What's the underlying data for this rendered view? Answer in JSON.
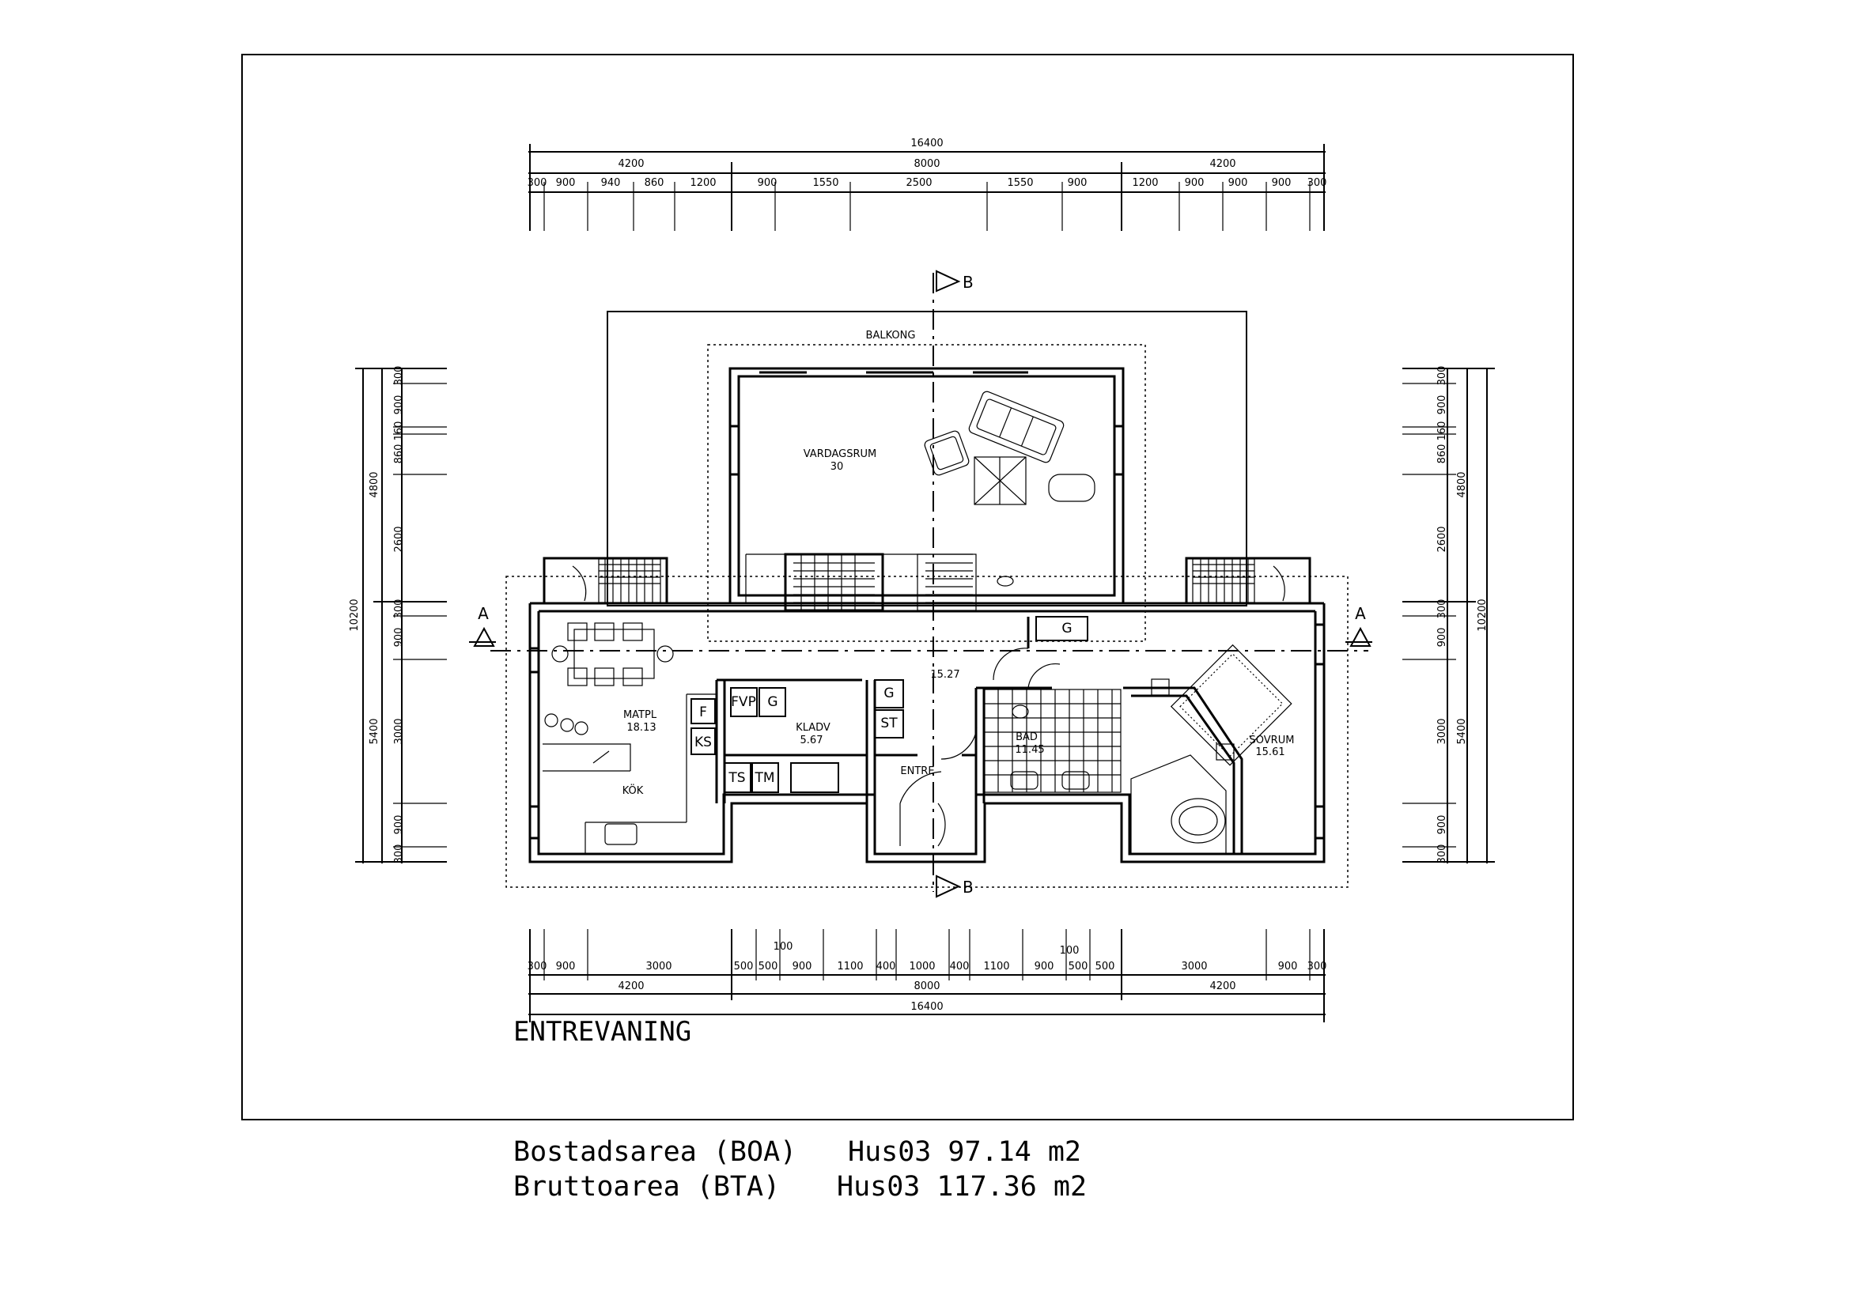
{
  "drawing": {
    "title": "ENTREVANING",
    "area_lines": [
      {
        "label": "Bostadsarea (BOA)",
        "value": "Hus03 97.14 m2"
      },
      {
        "label": "Bruttoarea (BTA)",
        "value": "Hus03 117.36 m2"
      }
    ]
  },
  "rooms": [
    {
      "id": "balkong",
      "name": "BALKONG",
      "area": ""
    },
    {
      "id": "vardagsrum",
      "name": "VARDAGSRUM",
      "area": "30"
    },
    {
      "id": "matpl",
      "name": "MATPL",
      "area": "18.13"
    },
    {
      "id": "kok",
      "name": "KÖK",
      "area": ""
    },
    {
      "id": "kladv",
      "name": "KLADV",
      "area": "5.67"
    },
    {
      "id": "entre",
      "name": "ENTRE",
      "area": ""
    },
    {
      "id": "hall",
      "name": "",
      "area": "15.27"
    },
    {
      "id": "bad",
      "name": "BAD",
      "area": "11.45"
    },
    {
      "id": "sovrum",
      "name": "SOVRUM",
      "area": "15.61"
    }
  ],
  "fixtures": [
    "F",
    "KS",
    "FVP",
    "G",
    "G",
    "ST",
    "TS",
    "TM",
    "G"
  ],
  "section_marks": {
    "a": "A",
    "b": "B"
  },
  "dims_top": {
    "total": "16400",
    "mid": [
      "4200",
      "8000",
      "4200"
    ],
    "detail": [
      "300",
      "900",
      "940",
      "860",
      "1200",
      "900",
      "1550",
      "2500",
      "1550",
      "900",
      "1200",
      "900",
      "900",
      "900",
      "300"
    ]
  },
  "dims_bottom": {
    "total": "16400",
    "mid": [
      "4200",
      "8000",
      "4200"
    ],
    "detail": [
      "300",
      "900",
      "3000",
      "500",
      "500",
      "900",
      "1100",
      "400",
      "1000",
      "400",
      "1100",
      "900",
      "500",
      "500",
      "3000",
      "900",
      "300"
    ],
    "extra": [
      "100",
      "100"
    ]
  },
  "dims_left": {
    "total": "10200",
    "mid": [
      "4800",
      "5400"
    ],
    "detail": [
      "300",
      "900",
      "160",
      "860",
      "2600",
      "300",
      "900",
      "3000",
      "900",
      "300"
    ]
  },
  "dims_right": {
    "total": "10200",
    "mid": [
      "4800",
      "5400"
    ],
    "detail": [
      "300",
      "900",
      "160",
      "860",
      "2600",
      "300",
      "900",
      "3000",
      "900",
      "300"
    ]
  }
}
